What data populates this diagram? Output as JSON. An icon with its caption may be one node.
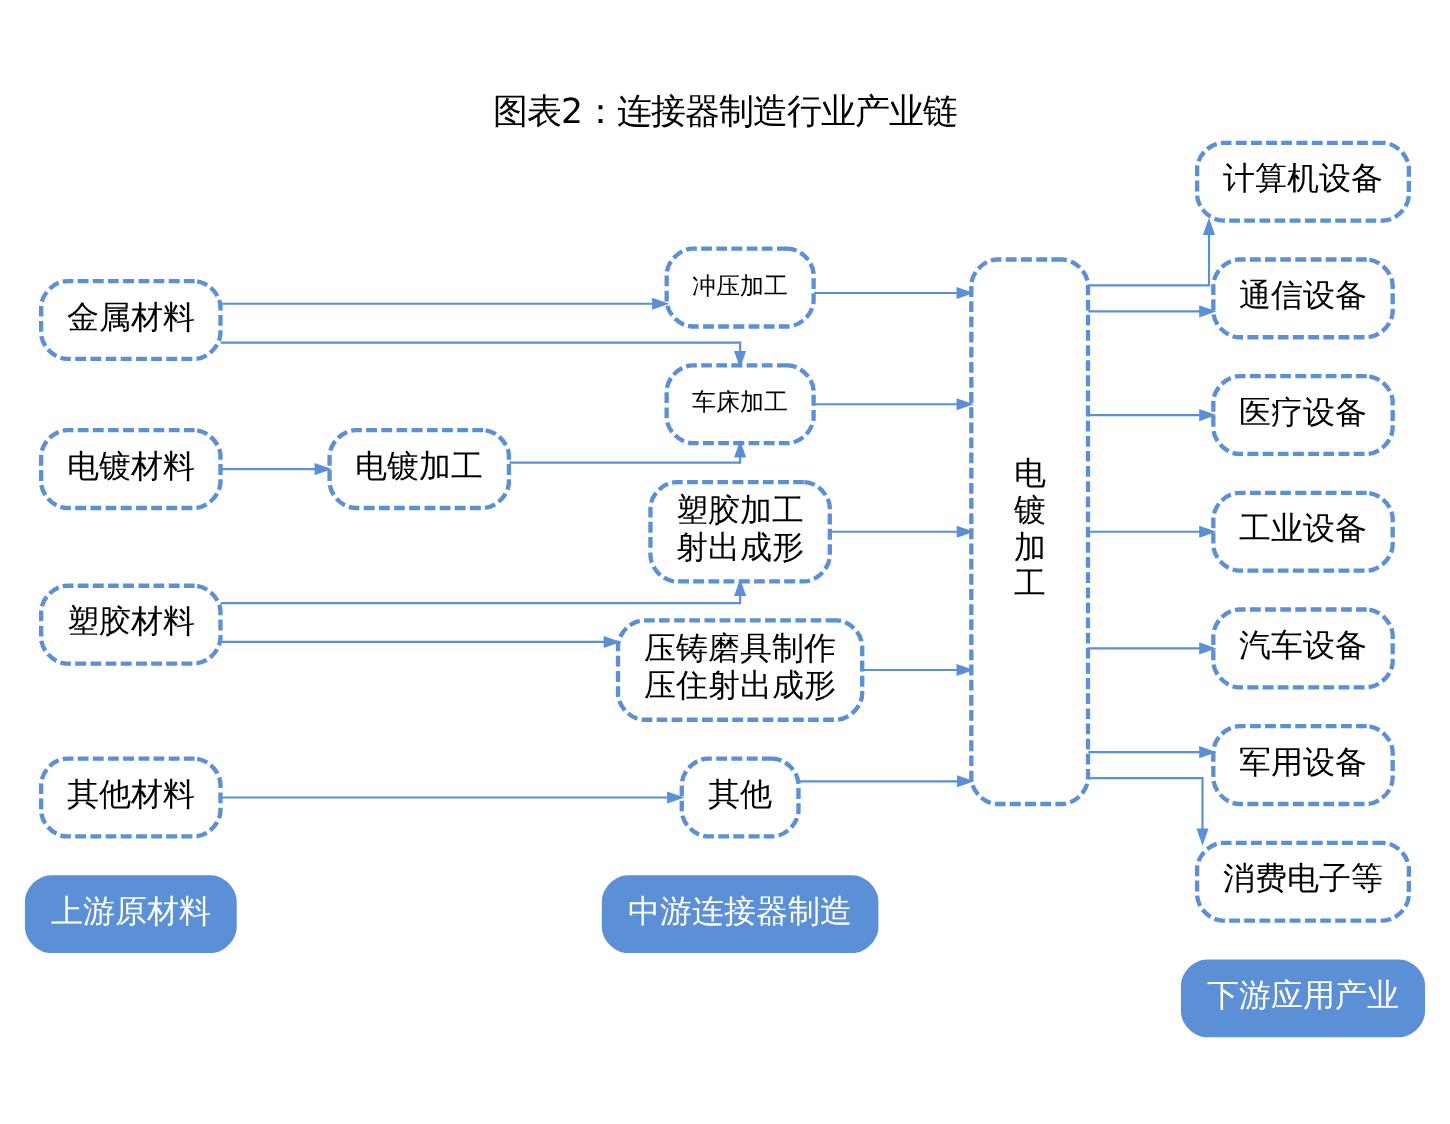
{
  "diagram": {
    "title": "图表2：连接器制造行业产业链",
    "nodes": [
      {
        "text": [
          "上游原材料"
        ]
      },
      {
        "text": [
          "中游连接器制造"
        ]
      },
      {
        "text": [
          "下游应用产业"
        ]
      },
      {
        "text": [
          "冲压加工"
        ]
      },
      {
        "text": [
          "计算机设备"
        ]
      },
      {
        "text": [
          "金属材料"
        ]
      },
      {
        "text": [
          "车床加工"
        ]
      },
      {
        "text": [
          "电镀加工"
        ]
      },
      {
        "text": [
          "通信设备"
        ]
      },
      {
        "text": [
          "电镀材料"
        ]
      },
      {
        "text": [
          "电镀加工"
        ]
      },
      {
        "text": [
          "医疗设备"
        ]
      },
      {
        "text": [
          "塑胶加工射出成形"
        ]
      },
      {
        "text": [
          "工业设备"
        ]
      },
      {
        "text": [
          "塑胶材料"
        ]
      },
      {
        "text": [
          "汽车设备"
        ]
      },
      {
        "text": [
          "压铸磨具制作压住射出成形"
        ]
      },
      {
        "text": [
          "军用设备"
        ]
      },
      {
        "text": [
          "消费电子等"
        ]
      },
      {
        "text": [
          "其他材料"
        ]
      },
      {
        "text": [
          "其他"
        ]
      }
    ],
    "edges": [
      {
        "from": 5,
        "to": 3,
        "arrow": "to"
      },
      {
        "from": 5,
        "to": 6,
        "arrow": "to"
      },
      {
        "from": 9,
        "to": 10,
        "arrow": "to"
      },
      {
        "from": 10,
        "to": 6,
        "arrow": "to"
      },
      {
        "from": 3,
        "to": 7,
        "arrow": "to"
      },
      {
        "from": 6,
        "to": 7,
        "arrow": "to"
      },
      {
        "from": 14,
        "to": 12,
        "arrow": "to"
      },
      {
        "from": 14,
        "to": 16,
        "arrow": "to"
      },
      {
        "from": 12,
        "to": 7,
        "arrow": "to"
      },
      {
        "from": 16,
        "to": 7,
        "arrow": "to"
      },
      {
        "from": 19,
        "to": 20,
        "arrow": "to"
      },
      {
        "from": 20,
        "to": 7,
        "arrow": "to"
      },
      {
        "from": 7,
        "to": 4,
        "arrow": "to"
      },
      {
        "from": 7,
        "to": 8,
        "arrow": "to"
      },
      {
        "from": 7,
        "to": 11,
        "arrow": "to"
      },
      {
        "from": 7,
        "to": 13,
        "arrow": "to"
      },
      {
        "from": 7,
        "to": 15,
        "arrow": "to"
      },
      {
        "from": 7,
        "to": 17,
        "arrow": "to"
      },
      {
        "from": 7,
        "to": 18,
        "arrow": "to"
      }
    ]
  }
}
